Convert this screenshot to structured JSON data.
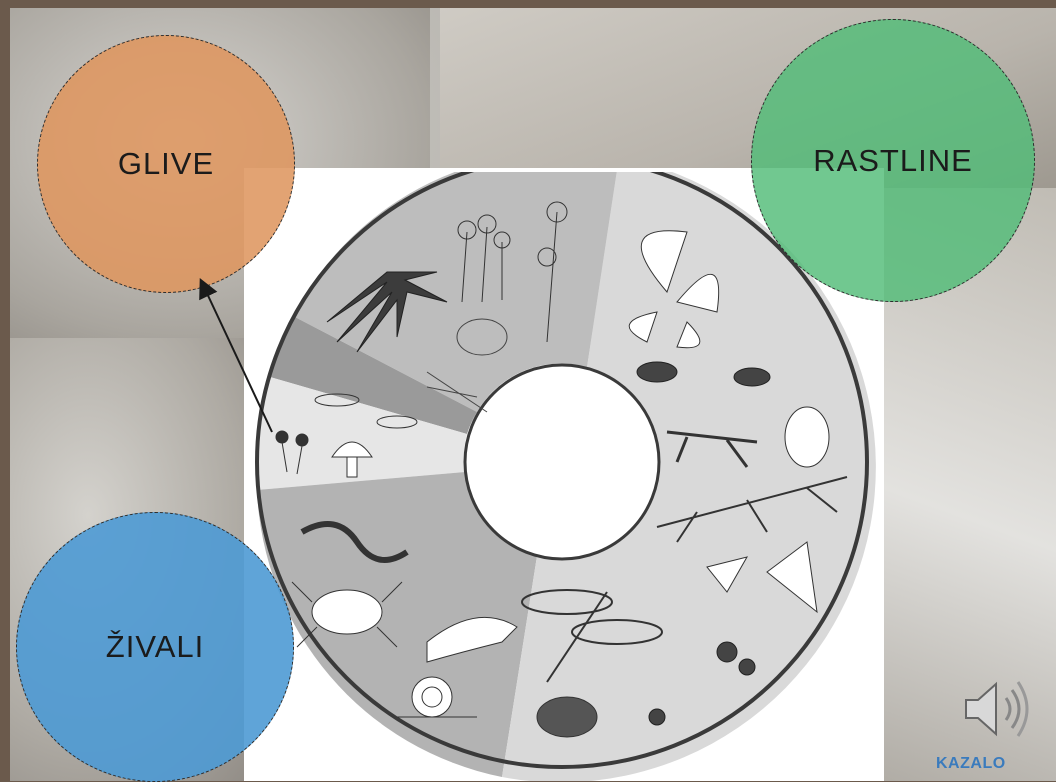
{
  "circles": {
    "glive": "GLIVE",
    "rastline": "RASTLINE",
    "zivali": "ŽIVALI"
  },
  "nav": {
    "kazalo": "KAZALO"
  },
  "colors": {
    "glive": "#de9660",
    "rastline": "#52bc78",
    "zivali": "#4e9ad4"
  },
  "icons": {
    "audio": "speaker-icon"
  }
}
